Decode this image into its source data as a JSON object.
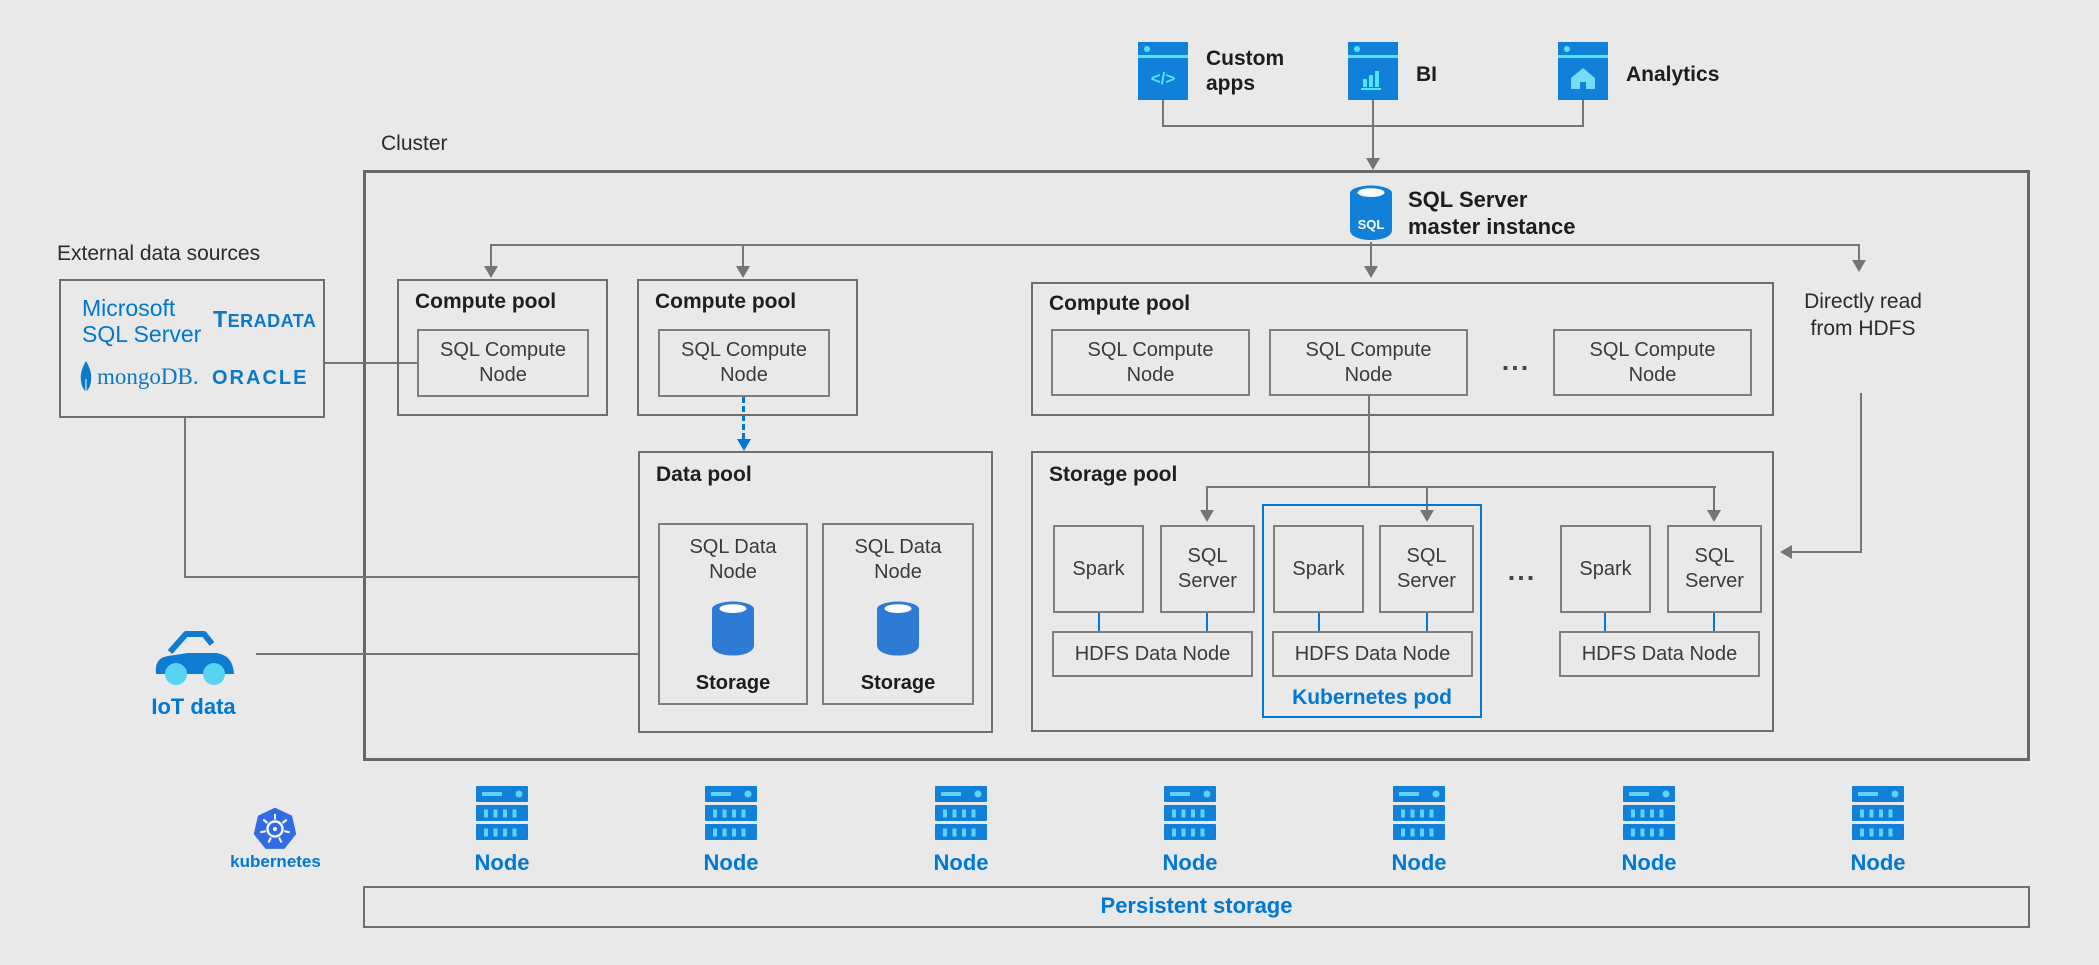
{
  "colors": {
    "accent": "#0078d4",
    "icon_blue": "#1080d8",
    "icon_light": "#50e6ff",
    "line_gray": "#757575"
  },
  "top_apps": {
    "items": [
      {
        "label": "Custom\napps",
        "icon": "code"
      },
      {
        "label": "BI",
        "icon": "bar-chart"
      },
      {
        "label": "Analytics",
        "icon": "home"
      }
    ]
  },
  "cluster": {
    "label": "Cluster"
  },
  "master": {
    "icon_text": "SQL",
    "label": "SQL Server\nmaster instance"
  },
  "external": {
    "title": "External data sources",
    "microsoft": "Microsoft\nSQL Server",
    "teradata": "TERADATA",
    "mongodb": "mongoDB.",
    "oracle": "ORACLE"
  },
  "compute_pool_1": {
    "title": "Compute pool",
    "node": "SQL Compute Node"
  },
  "compute_pool_2": {
    "title": "Compute pool",
    "node": "SQL Compute Node"
  },
  "compute_pool_3": {
    "title": "Compute pool",
    "nodes": [
      "SQL Compute Node",
      "SQL Compute Node",
      "SQL Compute Node"
    ],
    "ellipsis": "..."
  },
  "data_pool": {
    "title": "Data pool",
    "nodes": [
      {
        "name": "SQL Data Node",
        "storage_label": "Storage"
      },
      {
        "name": "SQL Data Node",
        "storage_label": "Storage"
      }
    ]
  },
  "storage_pool": {
    "title": "Storage pool",
    "ellipsis": "...",
    "pod_label": "Kubernetes pod",
    "groups": [
      {
        "spark": "Spark",
        "sql_server": "SQL Server",
        "hdfs": "HDFS Data Node"
      },
      {
        "spark": "Spark",
        "sql_server": "SQL Server",
        "hdfs": "HDFS Data Node"
      },
      {
        "spark": "Spark",
        "sql_server": "SQL Server",
        "hdfs": "HDFS Data Node"
      }
    ]
  },
  "hdfs_note": {
    "label": "Directly read from HDFS"
  },
  "iot": {
    "label": "IoT data"
  },
  "kubernetes": {
    "label": "kubernetes"
  },
  "node_row": {
    "node_label": "Node"
  },
  "persistent_storage": {
    "label": "Persistent storage"
  }
}
